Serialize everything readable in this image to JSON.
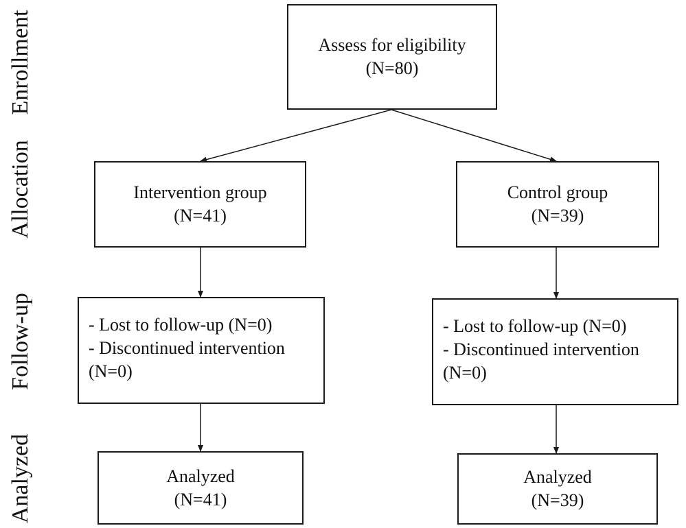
{
  "stages": {
    "enrollment": "Enrollment",
    "allocation": "Allocation",
    "followup": "Follow-up",
    "analyzed": "Analyzed"
  },
  "assess": {
    "title": "Assess for eligibility",
    "n": "(N=80)"
  },
  "intervention": {
    "title": "Intervention group",
    "n": "(N=41)"
  },
  "control": {
    "title": "Control group",
    "n": "(N=39)"
  },
  "followup_intervention": {
    "line1": "- Lost to follow-up (N=0)",
    "line2": "- Discontinued intervention",
    "line3": "(N=0)"
  },
  "followup_control": {
    "line1": "- Lost to follow-up (N=0)",
    "line2": "- Discontinued intervention",
    "line3": "(N=0)"
  },
  "analyzed_intervention": {
    "title": "Analyzed",
    "n": "(N=41)"
  },
  "analyzed_control": {
    "title": "Analyzed",
    "n": "(N=39)"
  }
}
